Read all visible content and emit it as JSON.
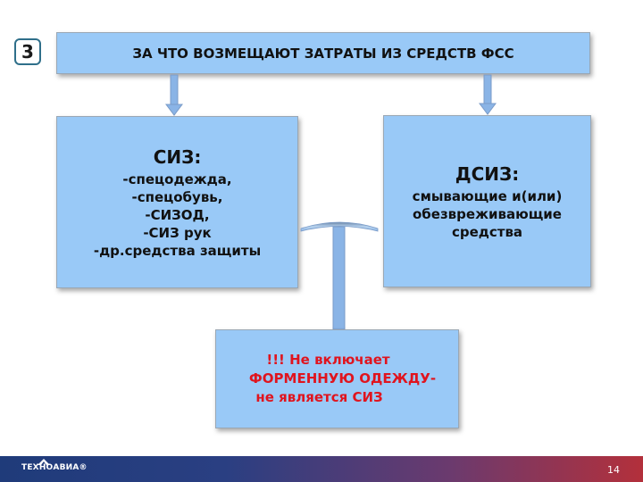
{
  "slide_badge": "3",
  "title": "ЗА ЧТО ВОЗМЕЩАЮТ ЗАТРАТЫ ИЗ СРЕДСТВ ФСС",
  "siz": {
    "heading": "СИЗ:",
    "items": [
      "-спецодежда,",
      "-спецобувь,",
      "-СИЗОД,",
      "-СИЗ рук",
      "-др.средства защиты"
    ]
  },
  "dsiz": {
    "heading": "ДСИЗ:",
    "lines": [
      "смывающие и(или)",
      "обезвреживающие",
      "средства"
    ]
  },
  "note": {
    "lines": [
      "!!! Не включает",
      "ФОРМЕННУЮ ОДЕЖДУ-",
      "не является СИЗ"
    ],
    "color": "#e0141e"
  },
  "footer": {
    "logo": "ТЕХНОАВИА®",
    "page_number": "14"
  },
  "colors": {
    "box_fill": "#99c9f7",
    "arrow_fill": "#8ab4e6",
    "footer_left": "#1f3b7a",
    "footer_right": "#b3303b"
  },
  "icons": [
    "arrow-down-icon",
    "arrow-up-icon"
  ]
}
